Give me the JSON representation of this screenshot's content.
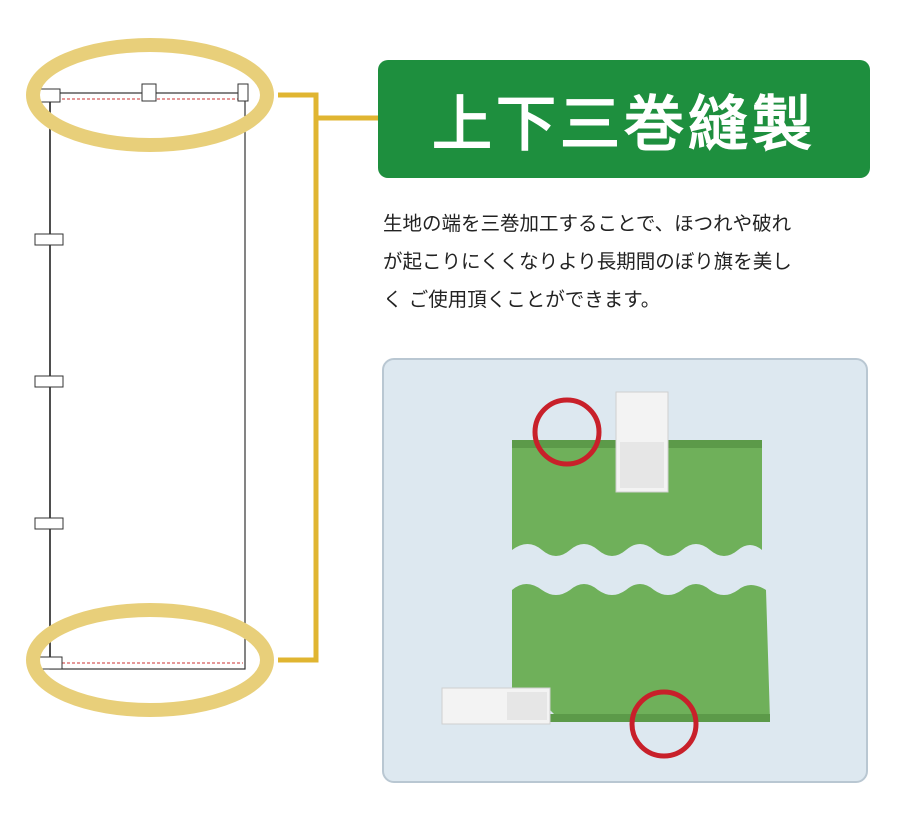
{
  "title": "上下三巻縫製",
  "description": [
    "生地の端を三巻加工することで、ほつれや破れ",
    "が起こりにくくなりより長期間のぼり旗を美し",
    "く ご使用頂くことができます。"
  ],
  "colors": {
    "title_bg": "#1e8f3e",
    "highlight_ring": "#e8cf7a",
    "connector": "#e0b531",
    "fabric": "#6fb05a",
    "fabric_dark": "#4f8f3f",
    "marker_circle": "#c8202a",
    "panel_bg": "#dde8f0",
    "stitch": "#cc3333"
  }
}
